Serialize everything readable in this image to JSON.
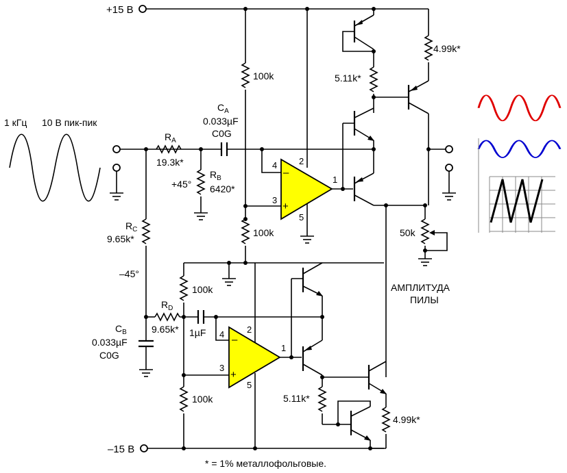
{
  "supply": {
    "pos": "+15 В",
    "neg": "–15 В"
  },
  "input_signal": {
    "freq": "1 кГц",
    "amp": "10 В пик-пик"
  },
  "components": {
    "ra": {
      "name": "R",
      "sub": "A",
      "value": "19.3k*"
    },
    "rb": {
      "name": "R",
      "sub": "B",
      "value": "6420*"
    },
    "rc": {
      "name": "R",
      "sub": "C",
      "value": "9.65k*"
    },
    "rd": {
      "name": "R",
      "sub": "D",
      "value": "9.65k*"
    },
    "ca": {
      "name": "C",
      "sub": "A",
      "value": "0.033µF",
      "type": "C0G"
    },
    "cb": {
      "name": "C",
      "sub": "B",
      "value": "0.033µF",
      "type": "C0G"
    },
    "c1u": "1µF",
    "r100k_top": "100k",
    "r100k_mid": "100k",
    "r100k_low_top": "100k",
    "r100k_low_bot": "100k",
    "r511k_top": "5.11k*",
    "r511k_bot": "5.11k*",
    "r499k_top": "4.99k*",
    "r499k_bot": "4.99k*",
    "pot50k": "50k"
  },
  "phase": {
    "plus45": "+45°",
    "minus45": "–45°"
  },
  "opamp_pins": {
    "p4": "4",
    "p2": "2",
    "p3": "3",
    "p5": "5",
    "p1": "1"
  },
  "amplitude_label": [
    "АМПЛИТУДА",
    "ПИЛЫ"
  ],
  "footnote": "* = 1% металлофольговые.",
  "colors": {
    "opamp_fill": "#FFFF00",
    "trace_red": "#E00000",
    "trace_blue": "#0000D0",
    "trace_black": "#000000"
  }
}
